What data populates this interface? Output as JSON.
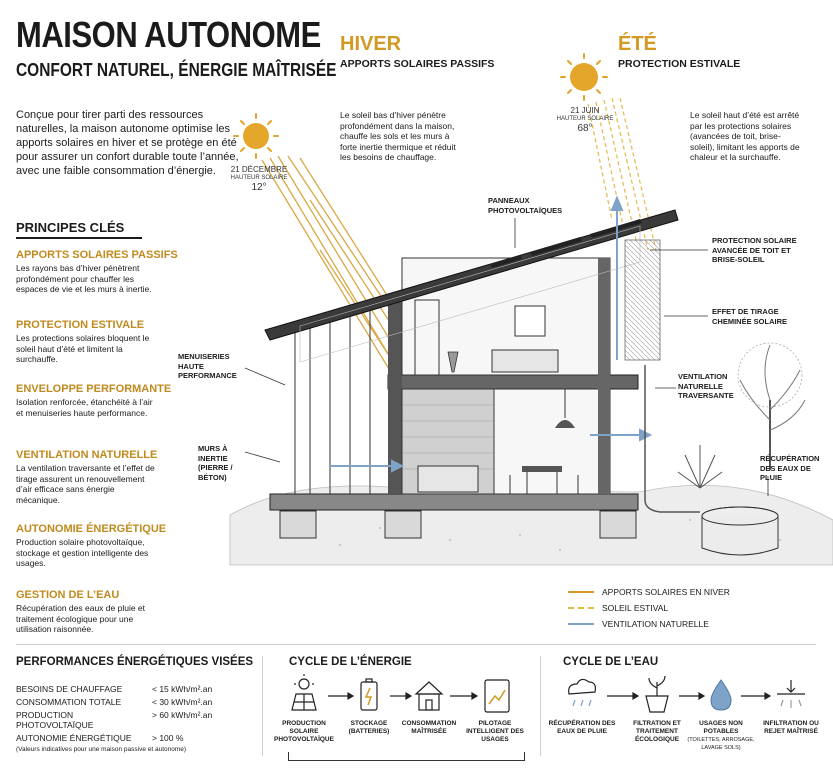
{
  "title": "MAISON AUTONOME",
  "subtitle": "CONFORT NATUREL, ÉNERGIE MAÎTRISÉE",
  "intro": "Conçue pour tirer parti des ressources naturelles, la maison autonome optimise les apports solaires en hiver et se protège en été pour assurer un confort durable toute l’année, avec une faible consommation d’énergie.",
  "principles": {
    "title": "PRINCIPES CLÉS",
    "items": [
      {
        "title": "APPORTS SOLAIRES PASSIFS",
        "text": "Les rayons bas d’hiver pénètrent profondément pour chauffer les espaces de vie et les murs à inertie."
      },
      {
        "title": "PROTECTION ESTIVALE",
        "text": "Les protections solaires bloquent le soleil haut d’été et limitent la surchauffe."
      },
      {
        "title": "ENVELOPPE PERFORMANTE",
        "text": "Isolation renforcée, étanchéité à l’air et menuiseries haute performance."
      },
      {
        "title": "VENTILATION NATURELLE",
        "text": "La ventilation traversante et l’effet de tirage assurent un renouvellement d’air efficace sans énergie mécanique."
      },
      {
        "title": "AUTONOMIE ÉNERGÉTIQUE",
        "text": "Production solaire photovoltaïque, stockage et gestion intelligente des usages."
      },
      {
        "title": "GESTION DE L’EAU",
        "text": "Récupération des eaux de pluie et traitement écologique pour une utilisation raisonnée."
      }
    ]
  },
  "winter": {
    "title": "HIVER",
    "subtitle": "APPORTS SOLAIRES PASSIFS",
    "text": "Le soleil bas d’hiver pénètre profondément dans la maison, chauffe les sols et les murs à forte inertie thermique et réduit les besoins de chauffage.",
    "sun_date": "21 DÉCEMBRE",
    "sun_height_label": "HAUTEUR SOLAIRE",
    "sun_height": "12°"
  },
  "summer": {
    "title": "ÉTÉ",
    "subtitle": "PROTECTION ESTIVALE",
    "text": "Le soleil haut d’été est arrêté par les protections solaires (avancées de toit, brise-soleil), limitant les apports de chaleur et la surchauffe.",
    "sun_date": "21 JUIN",
    "sun_height_label": "HAUTEUR SOLAIRE",
    "sun_height": "68°"
  },
  "labels": {
    "panneaux": "PANNEAUX PHOTOVOLTAÏQUES",
    "protection": "PROTECTION SOLAIRE AVANCÉE DE TOIT ET BRISE-SOLEIL",
    "tirage": "EFFET DE TIRAGE CHEMINÉE SOLAIRE",
    "menuiseries": "MENUISERIES HAUTE PERFORMANCE",
    "ventilation": "VENTILATION NATURELLE TRAVERSANTE",
    "murs": "MURS À INERTIE (PIERRE / BÉTON)",
    "recuperation": "RÉCUPÉRATION DES EAUX DE PLUIE"
  },
  "legend": [
    {
      "label": "APPORTS SOLAIRES EN NIVER",
      "color": "#d39a23",
      "style": "solid"
    },
    {
      "label": "SOLEIL ESTIVAL",
      "color": "#e2b94a",
      "style": "dashed"
    },
    {
      "label": "VENTILATION NATURELLE",
      "color": "#7fa3c8",
      "style": "solid"
    }
  ],
  "performances": {
    "title": "PERFORMANCES ÉNERGÉTIQUES VISÉES",
    "rows": [
      {
        "k": "BESOINS DE CHAUFFAGE",
        "v": "< 15 kWh/m².an"
      },
      {
        "k": "CONSOMMATION TOTALE",
        "v": "< 30 kWh/m².an"
      },
      {
        "k": "PRODUCTION PHOTOVOLTAÏQUE",
        "v": "> 60 kWh/m².an"
      },
      {
        "k": "AUTONOMIE ÉNERGÉTIQUE",
        "v": "> 100 %"
      }
    ],
    "note": "(Valeurs indicatives pour une maison passive et autonome)"
  },
  "energy_cycle": {
    "title": "CYCLE DE L’ÉNERGIE",
    "steps": [
      {
        "label": "PRODUCTION SOLAIRE PHOTOVOLTAÏQUE",
        "icon": "solar-panel-icon"
      },
      {
        "label": "STOCKAGE (BATTERIES)",
        "icon": "battery-icon"
      },
      {
        "label": "CONSOMMATION MAÎTRISÉE",
        "icon": "house-icon"
      },
      {
        "label": "PILOTAGE INTELLIGENT DES USAGES",
        "icon": "tablet-icon"
      }
    ]
  },
  "water_cycle": {
    "title": "CYCLE DE L’EAU",
    "steps": [
      {
        "label": "RÉCUPÉRATION DES EAUX DE PLUIE",
        "icon": "rain-cloud-icon"
      },
      {
        "label": "FILTRATION ET TRAITEMENT ÉCOLOGIQUE",
        "icon": "plant-pot-icon"
      },
      {
        "label": "USAGES NON POTABLES",
        "sublabel": "(TOILETTES, ARROSAGE, LAVAGE SOLS)",
        "icon": "water-drop-icon"
      },
      {
        "label": "INFILTRATION OU REJET MAÎTRISÉ",
        "icon": "infiltration-icon"
      }
    ]
  },
  "colors": {
    "accent": "#d39a23",
    "accent_text": "#c08a1e",
    "ventilation": "#7fa3c8",
    "ink": "#1b1b1b"
  }
}
